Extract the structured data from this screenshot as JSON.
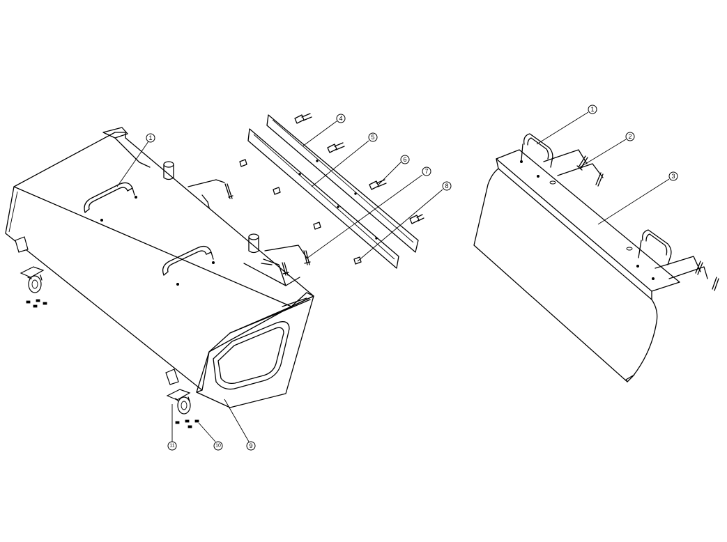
{
  "callouts": [
    {
      "id": "c1a",
      "label": "1"
    },
    {
      "id": "c4",
      "label": "4"
    },
    {
      "id": "c5",
      "label": "5"
    },
    {
      "id": "c6",
      "label": "6"
    },
    {
      "id": "c7",
      "label": "7"
    },
    {
      "id": "c8",
      "label": "8"
    },
    {
      "id": "c9",
      "label": "9"
    },
    {
      "id": "c10",
      "label": "10"
    },
    {
      "id": "c11",
      "label": "11"
    },
    {
      "id": "c1b",
      "label": "1"
    },
    {
      "id": "c2",
      "label": "2"
    },
    {
      "id": "c3",
      "label": "3"
    }
  ]
}
